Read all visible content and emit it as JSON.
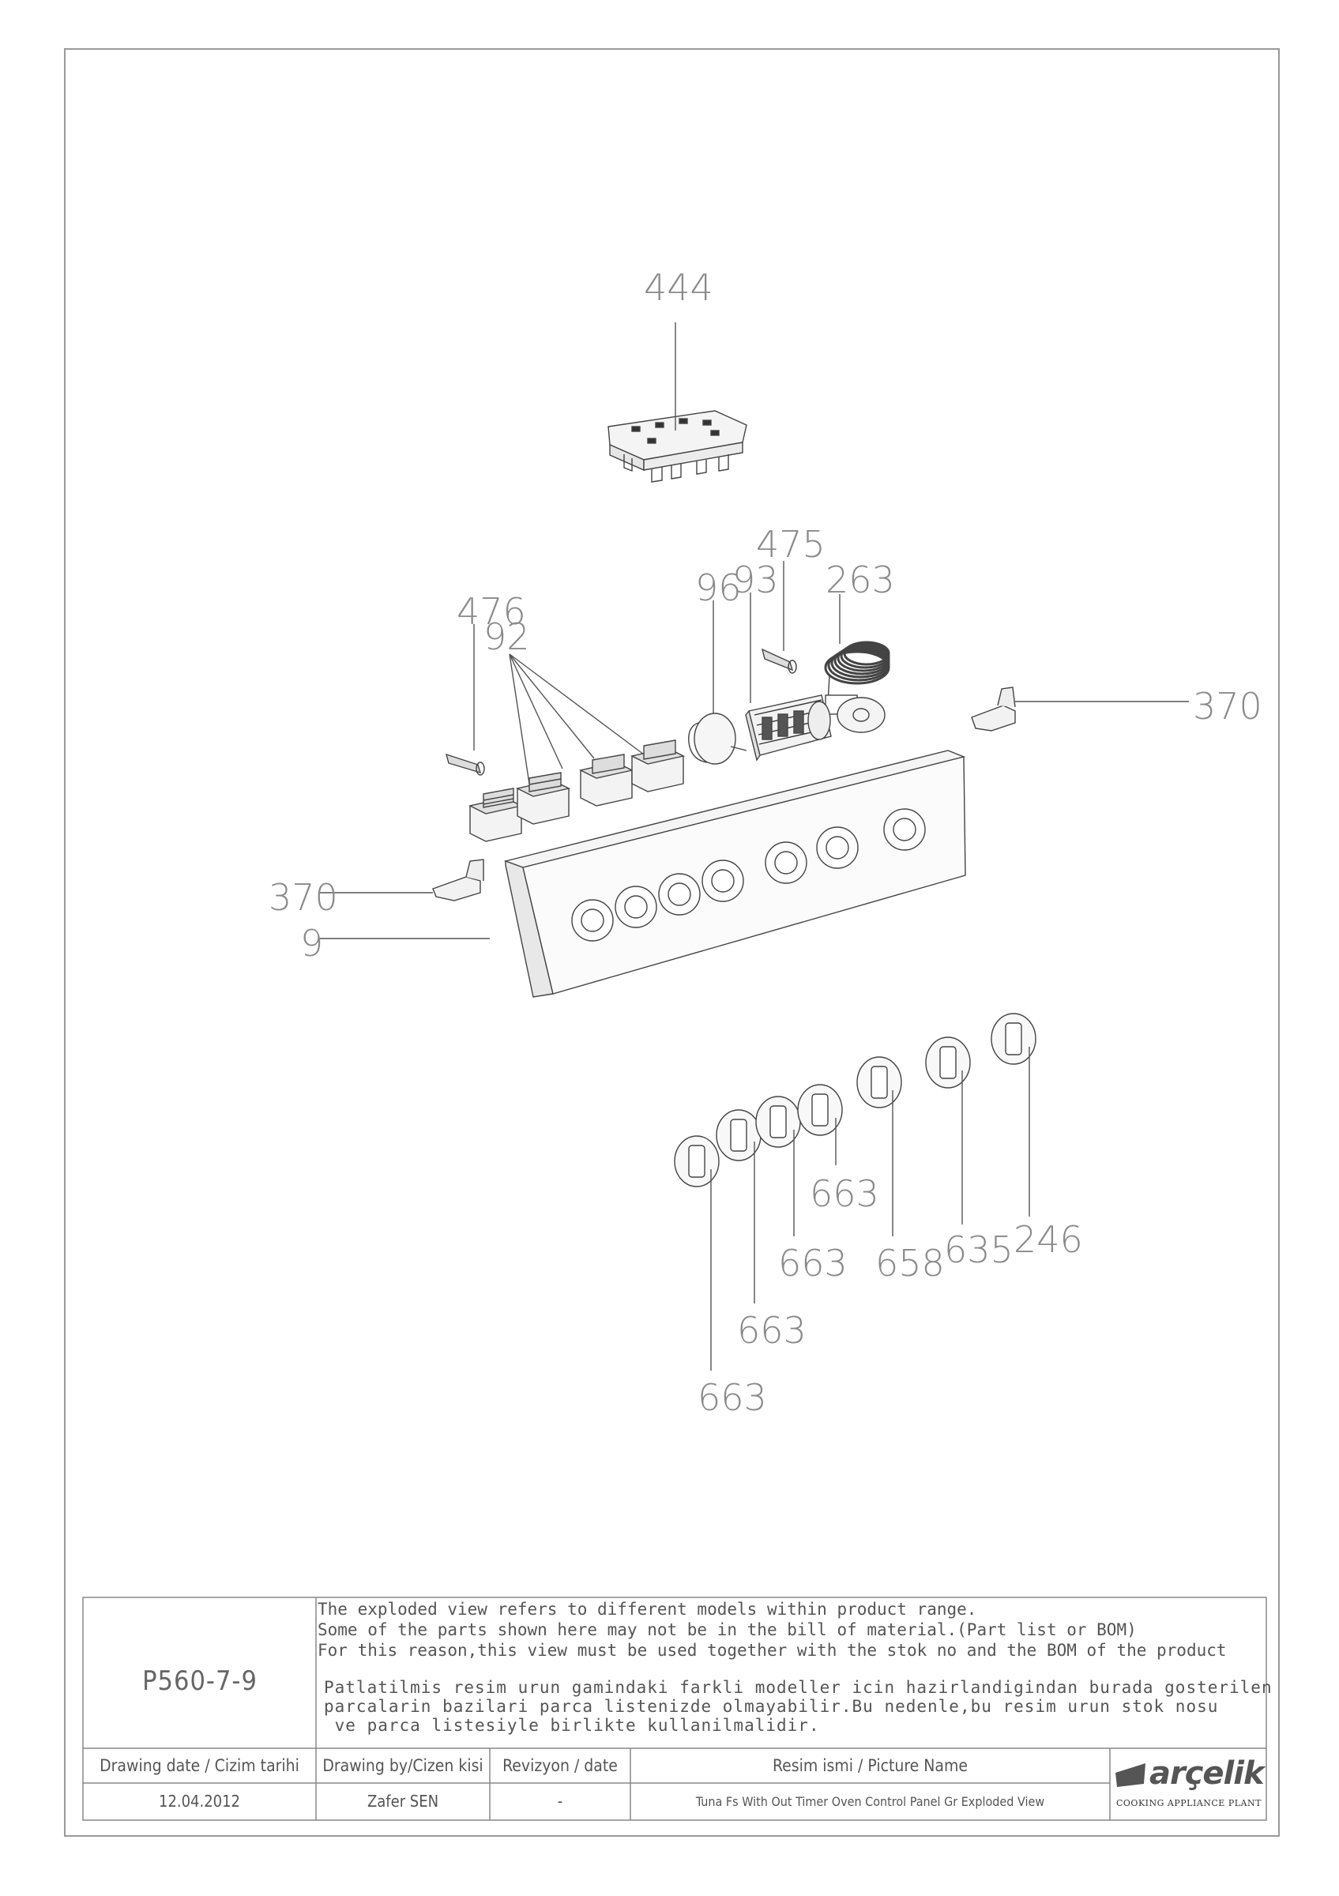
{
  "callouts": {
    "c444": "444",
    "c475": "475",
    "c96": "96",
    "c93": "93",
    "c263": "263",
    "c476": "476",
    "c92": "92",
    "c370_right": "370",
    "c370_left": "370",
    "c9": "9",
    "c663_a": "663",
    "c663_b": "663",
    "c663_c": "663",
    "c663_d": "663",
    "c658": "658",
    "c635": "635",
    "c246": "246"
  },
  "title_block": {
    "drawing_code": "P560-7-9",
    "note_en": "The exploded view refers to different models within product range.\nSome of the parts shown here may not be in the bill of material.(Part list or BOM)\nFor this reason,this view must be used together with the stok no and the BOM of the product",
    "note_tr": "Patlatilmis resim urun gamindaki farkli modeller icin hazirlandigindan burada gosterilen\nparcalarin bazilari parca listenizde olmayabilir.Bu nedenle,bu resim urun stok nosu\n ve parca listesiyle birlikte kullanilmalidir.",
    "drawing_date_label": "Drawing date / Cizim tarihi",
    "drawing_date": "12.04.2012",
    "drawn_by_label": "Drawing by/Cizen kisi",
    "drawn_by": "Zafer SEN",
    "revision_label": "Revizyon / date",
    "revision": "-",
    "picture_name_label": "Resim ismi / Picture Name",
    "picture_name": "Tuna Fs With Out Timer Oven Control Panel Gr Exploded View",
    "brand": "arçelik",
    "brand_sub": "COOKING APPLIANCE PLANT"
  }
}
